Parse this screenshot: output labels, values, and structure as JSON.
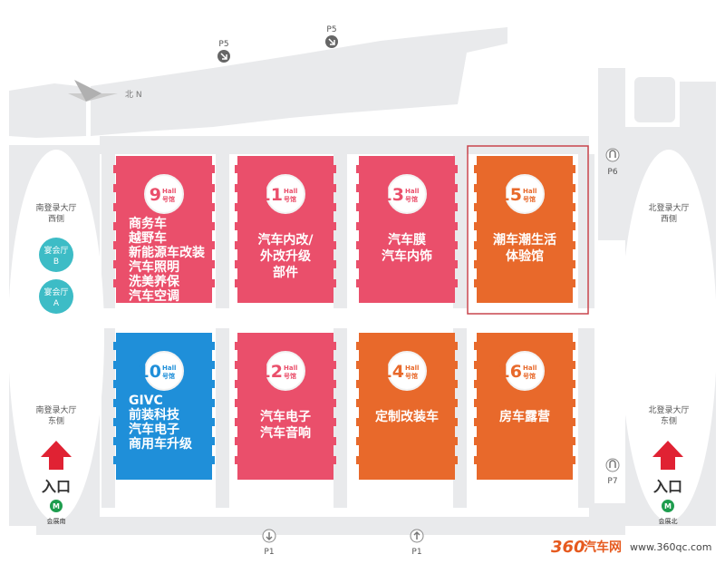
{
  "compass": {
    "label": "北 N"
  },
  "halls": [
    {
      "id": "9",
      "num": "9",
      "hall_word": "Hall",
      "hao": "号馆",
      "color": "#ea4f6b",
      "lines": [
        "商务车",
        "越野车",
        "新能源车改装",
        "汽车照明",
        "洗美养保",
        "汽车空调"
      ]
    },
    {
      "id": "11",
      "num": "11",
      "hall_word": "Hall",
      "hao": "号馆",
      "color": "#ea4f6b",
      "lines": [
        "汽车内改/",
        "外改升级",
        "部件"
      ]
    },
    {
      "id": "13",
      "num": "13",
      "hall_word": "Hall",
      "hao": "号馆",
      "color": "#ea4f6b",
      "lines": [
        "汽车膜",
        "汽车内饰"
      ]
    },
    {
      "id": "15",
      "num": "15",
      "hall_word": "Hall",
      "hao": "号馆",
      "color": "#e8692b",
      "lines": [
        "潮车潮生活",
        "体验馆"
      ],
      "highlighted": true
    },
    {
      "id": "10",
      "num": "10",
      "hall_word": "Hall",
      "hao": "号馆",
      "color": "#1f8fd9",
      "lines": [
        "GIVC",
        "前装科技",
        "汽车电子",
        "商用车升级"
      ]
    },
    {
      "id": "12",
      "num": "12",
      "hall_word": "Hall",
      "hao": "号馆",
      "color": "#ea4f6b",
      "lines": [
        "汽车电子",
        "汽车音响"
      ]
    },
    {
      "id": "14",
      "num": "14",
      "hall_word": "Hall",
      "hao": "号馆",
      "color": "#e8692b",
      "lines": [
        "定制改装车"
      ]
    },
    {
      "id": "16",
      "num": "16",
      "hall_word": "Hall",
      "hao": "号馆",
      "color": "#e8692b",
      "lines": [
        "房车露营"
      ]
    }
  ],
  "lobbies": {
    "south_west": [
      "南登录大厅",
      "西侧"
    ],
    "south_east": [
      "南登录大厅",
      "东侧"
    ],
    "north_west": [
      "北登录大厅",
      "西侧"
    ],
    "north_east": [
      "北登录大厅",
      "东侧"
    ]
  },
  "banquet": [
    {
      "line1": "宴会厅",
      "line2": "B"
    },
    {
      "line1": "宴会厅",
      "line2": "A"
    }
  ],
  "parking": {
    "p5a": "P5",
    "p5b": "P5",
    "p6": "P6",
    "p7": "P7",
    "p1a": "P1",
    "p1b": "P1"
  },
  "entrances": {
    "left": {
      "label": "入口",
      "station": "会展南"
    },
    "right": {
      "label": "入口",
      "station": "会展北"
    }
  },
  "watermark": {
    "num": "360",
    "name": "汽车网",
    "url": "www.360qc.com"
  },
  "colors": {
    "pink": "#ea4f6b",
    "orange": "#e8692b",
    "blue": "#1f8fd9",
    "teal": "#3dbcc6",
    "arrow": "#e02233",
    "highlight": "#c9454d"
  }
}
